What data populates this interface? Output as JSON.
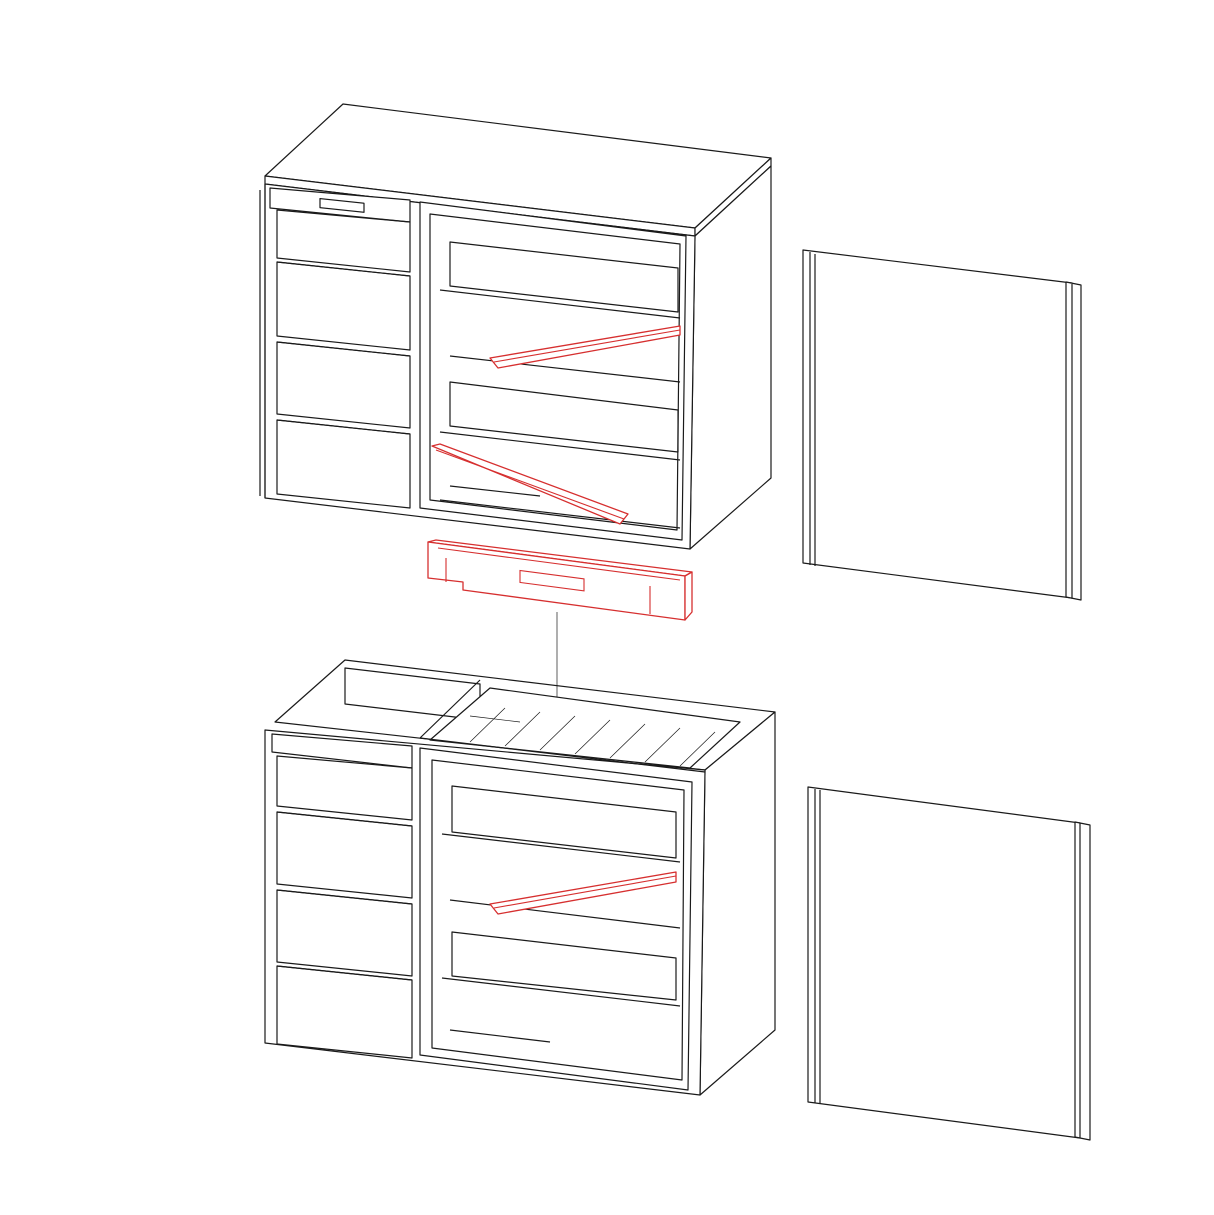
{
  "diagram": {
    "type": "exploded-assembly-drawing",
    "colors": {
      "line": "#1a1a1a",
      "highlight": "#d62f2f",
      "background": "#ffffff"
    },
    "parts": [
      {
        "id": "upper-cabinet",
        "highlighted": false
      },
      {
        "id": "upper-door",
        "highlighted": false
      },
      {
        "id": "upper-shelf-bracket-1",
        "highlighted": true
      },
      {
        "id": "upper-shelf-bracket-2",
        "highlighted": true
      },
      {
        "id": "drip-tray-bin",
        "highlighted": true
      },
      {
        "id": "lower-cabinet",
        "highlighted": false
      },
      {
        "id": "lower-door",
        "highlighted": false
      },
      {
        "id": "lower-shelf-bracket",
        "highlighted": true
      }
    ]
  }
}
